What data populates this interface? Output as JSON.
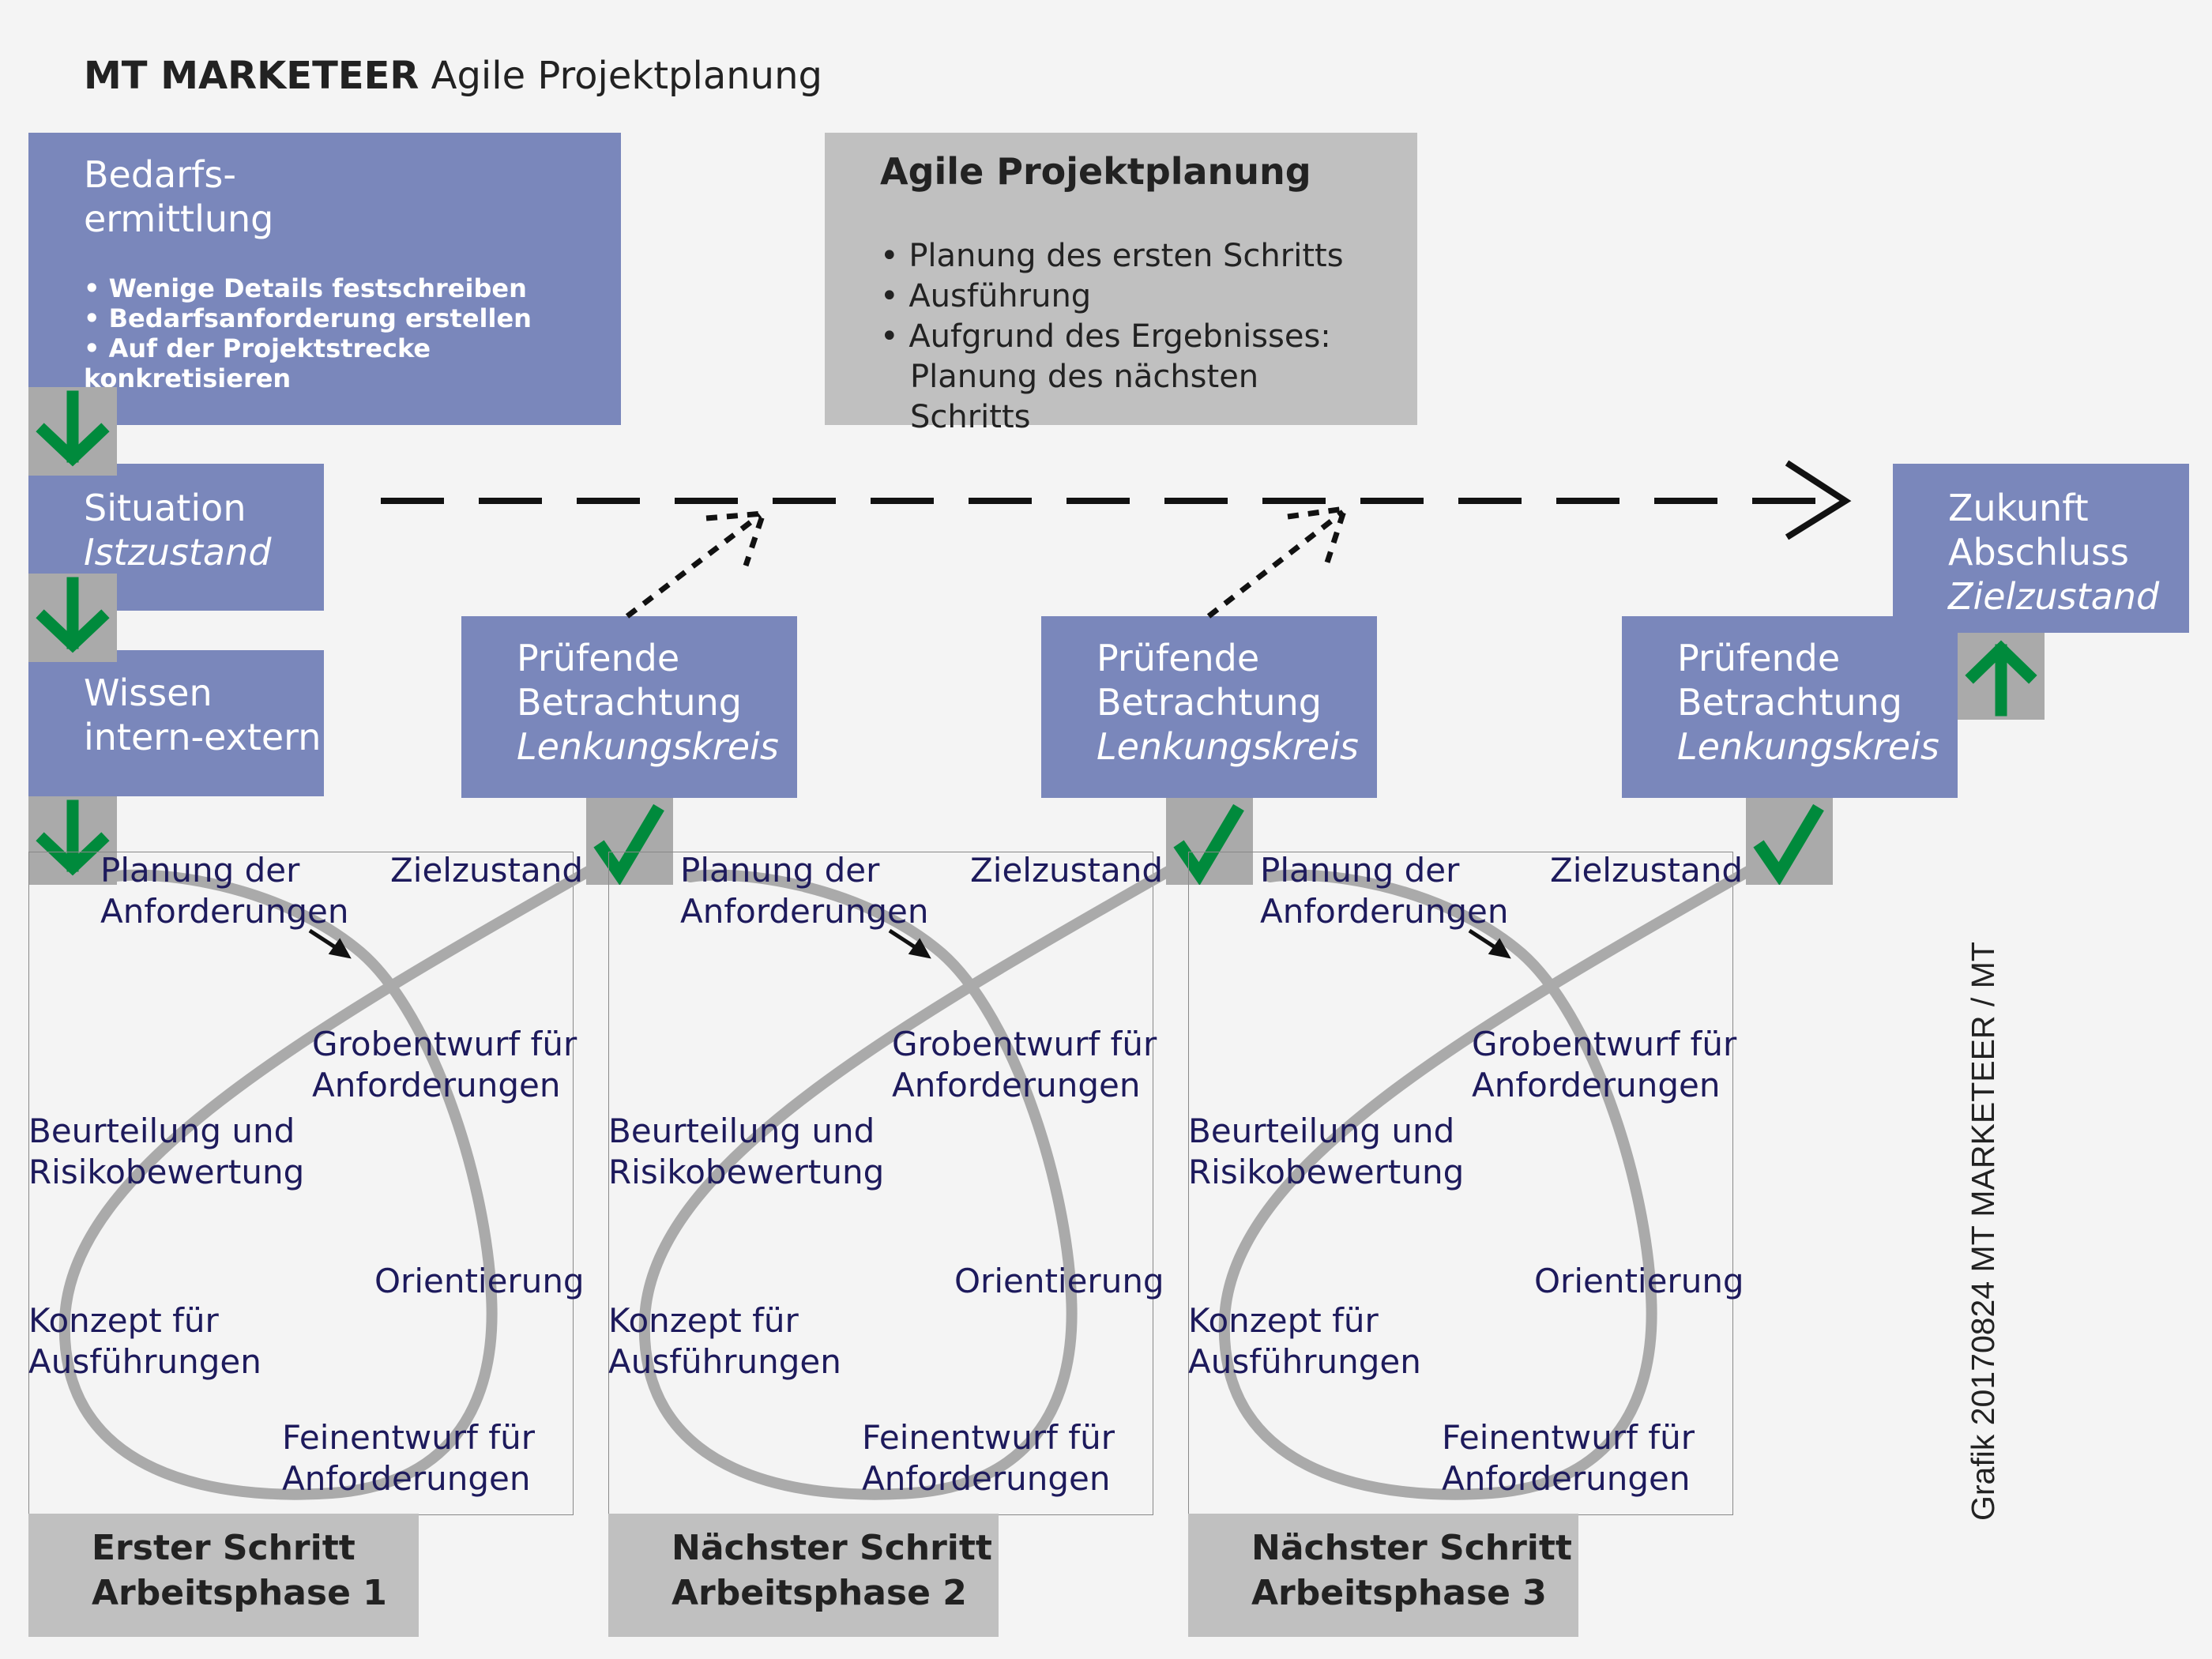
{
  "title": {
    "brand": "MT MARKETEER",
    "rest": "Agile Projektplanung"
  },
  "bedarf": {
    "title_line1": "Bedarfs-",
    "title_line2": "ermittlung",
    "bullets": [
      "Wenige Details festschreiben",
      "Bedarfsanforderung erstellen",
      "Auf der Projektstrecke konkretisieren"
    ]
  },
  "agile_box": {
    "title": "Agile Projektplanung",
    "bullets": [
      "Planung des ersten Schritts",
      "Ausführung",
      "Aufgrund des Ergebnisses: Planung des nächsten Schritts"
    ]
  },
  "situation": {
    "line1": "Situation",
    "line2": "Istzustand"
  },
  "wissen": {
    "line1": "Wissen",
    "line2": "intern-extern"
  },
  "zukunft": {
    "line1": "Zukunft",
    "line2": "Abschluss",
    "line3": "Zielzustand"
  },
  "pruefende": {
    "line1": "Prüfende",
    "line2": "Betrachtung",
    "line3": "Lenkungskreis"
  },
  "cycle_labels": {
    "planung_1": "Planung der",
    "planung_2": "Anforderungen",
    "ziel": "Zielzustand",
    "grob_1": "Grobentwurf für",
    "grob_2": "Anforderungen",
    "beurteilung_1": "Beurteilung und",
    "beurteilung_2": "Risikobewertung",
    "orientierung": "Orientierung",
    "konzept_1": "Konzept für",
    "konzept_2": "Ausführungen",
    "fein_1": "Feinentwurf für",
    "fein_2": "Anforderungen"
  },
  "phases": [
    {
      "line1": "Erster Schritt",
      "line2": "Arbeitsphase 1"
    },
    {
      "line1": "Nächster Schritt",
      "line2": "Arbeitsphase 2"
    },
    {
      "line1": "Nächster Schritt",
      "line2": "Arbeitsphase 3"
    }
  ],
  "credit": "Grafik 20170824 MT MARKETEER / MT",
  "colors": {
    "box_blue": "#7a87bb",
    "box_gray": "#c0c0c0",
    "tile_gray": "#aaaaaa",
    "arrow_green": "#008a3c",
    "label_navy": "#1d1a5c",
    "loop_gray": "#aaaaaa"
  }
}
